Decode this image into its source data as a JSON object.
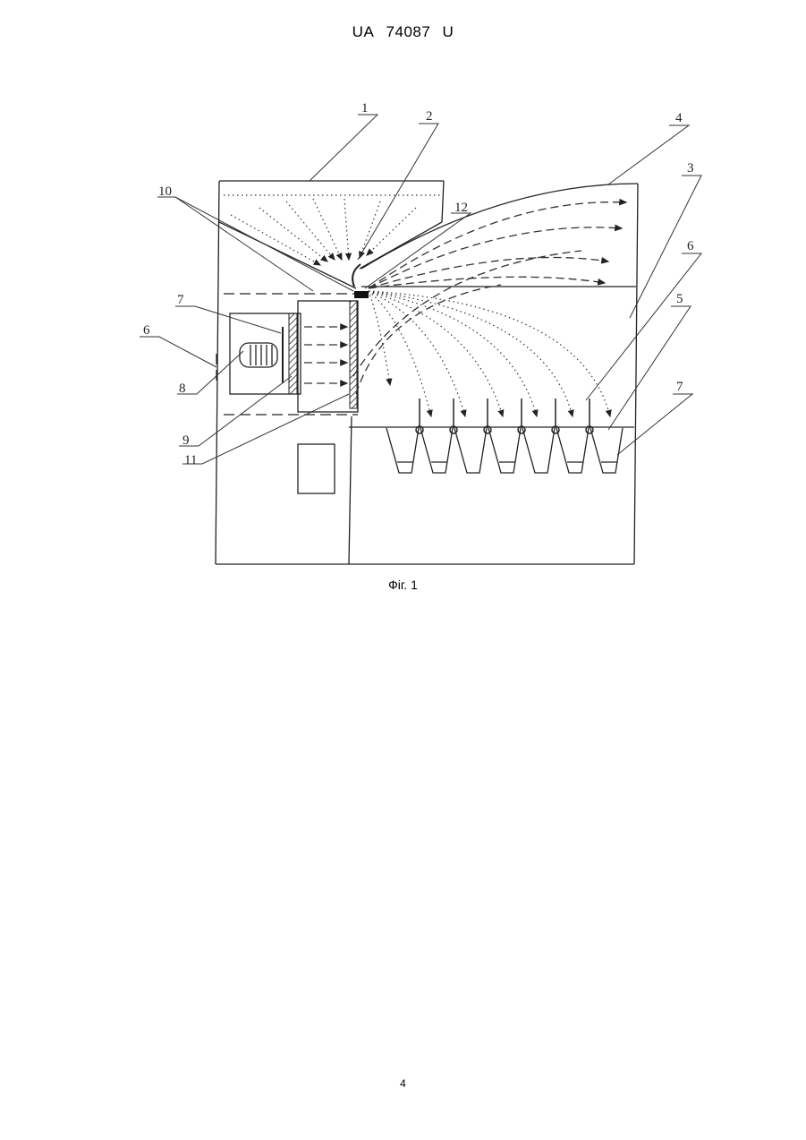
{
  "header": {
    "office": "UA",
    "number": "74087",
    "kind": "U"
  },
  "figure": {
    "caption": "Фіг. 1",
    "labels": {
      "l1": "1",
      "l2": "2",
      "l3": "3",
      "l4": "4",
      "l5": "5",
      "l6_left": "6",
      "l6_right": "6",
      "l7_left": "7",
      "l7_right": "7",
      "l8": "8",
      "l9": "9",
      "l10": "10",
      "l11": "11",
      "l12": "12"
    },
    "collector_count": 7
  },
  "page_number": "4"
}
